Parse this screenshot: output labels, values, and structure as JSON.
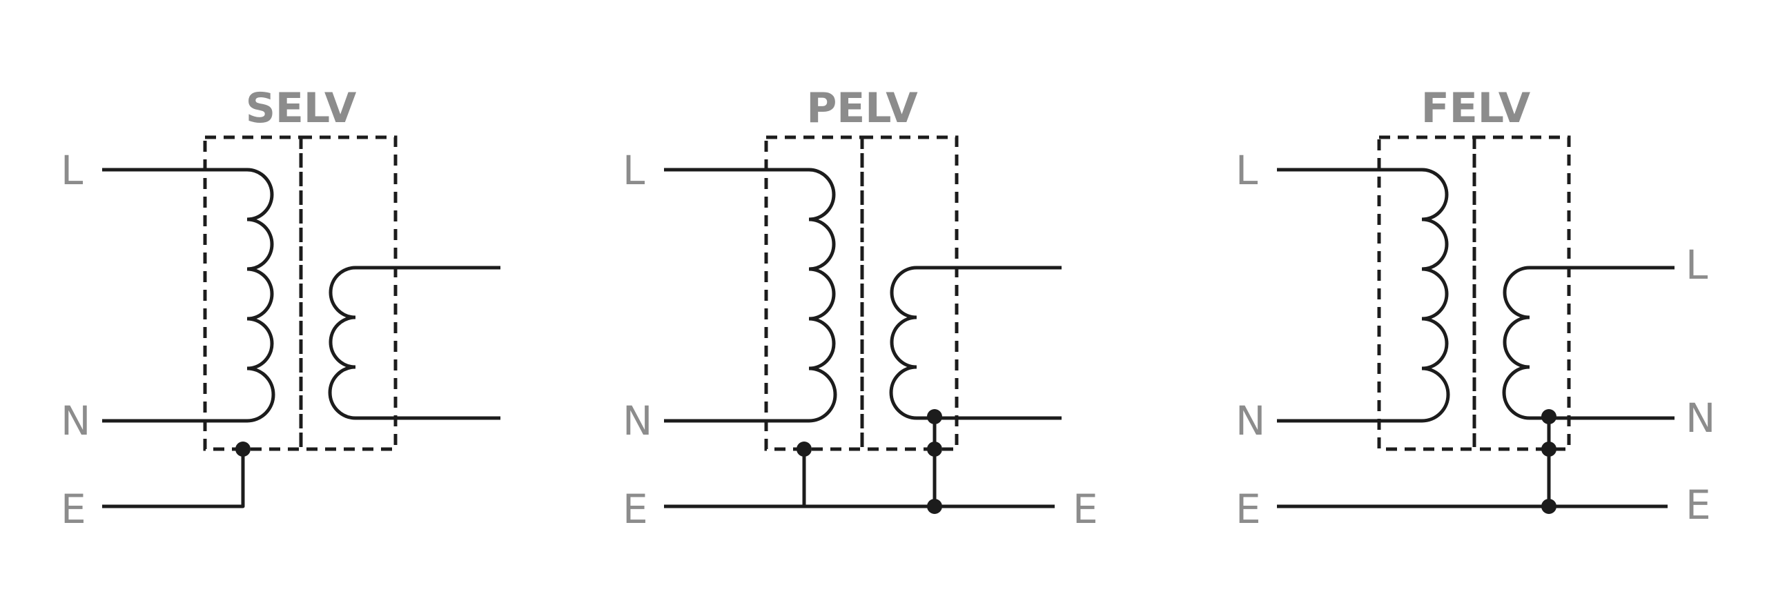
{
  "diagrams": [
    {
      "id": "selv",
      "title": "SELV",
      "input_terminals": {
        "line": "L",
        "neutral": "N",
        "earth": "E"
      },
      "output_terminals": {
        "line": "",
        "neutral": "",
        "earth": ""
      }
    },
    {
      "id": "pelv",
      "title": "PELV",
      "input_terminals": {
        "line": "L",
        "neutral": "N",
        "earth": "E"
      },
      "output_terminals": {
        "line": "",
        "neutral": "",
        "earth": "E"
      }
    },
    {
      "id": "felv",
      "title": "FELV",
      "input_terminals": {
        "line": "L",
        "neutral": "N",
        "earth": "E"
      },
      "output_terminals": {
        "line": "L",
        "neutral": "N",
        "earth": "E"
      }
    }
  ]
}
